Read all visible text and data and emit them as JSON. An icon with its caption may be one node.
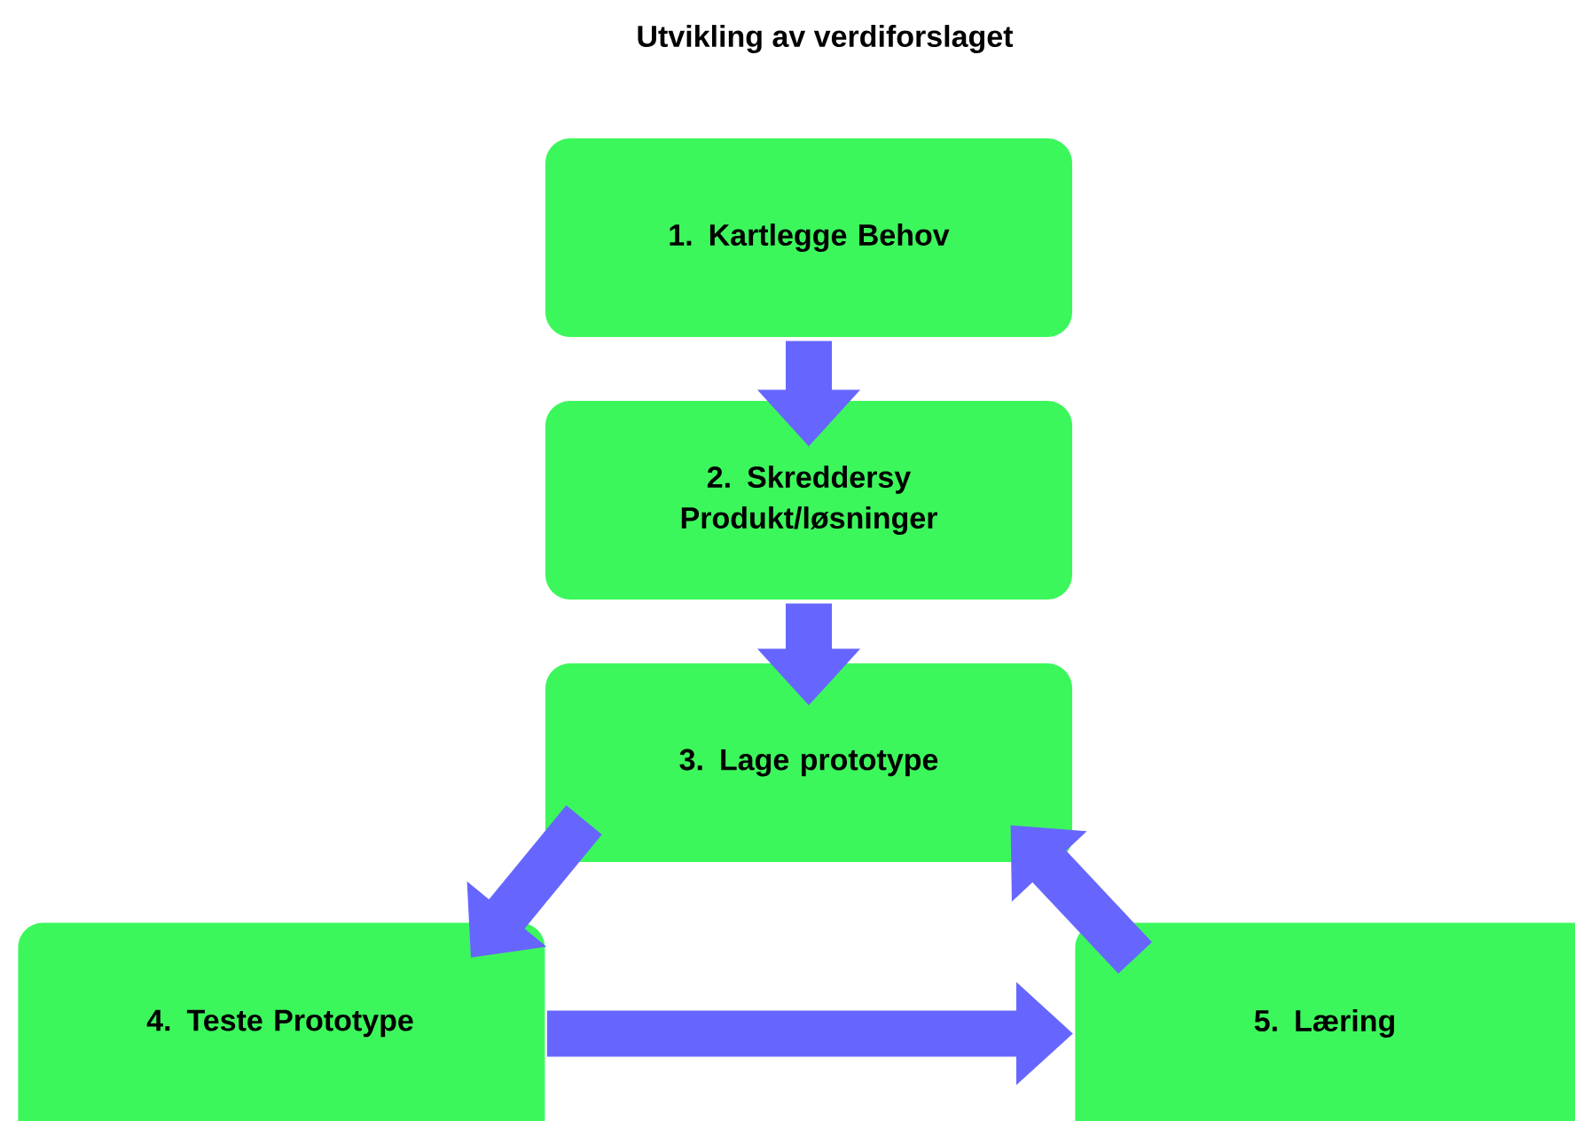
{
  "diagram": {
    "title": "Utvikling av verdiforslaget",
    "nodes": [
      {
        "text": [
          "1. Kartlegge Behov"
        ]
      },
      {
        "text": [
          "2. Skreddersy Produkt/løsninger"
        ]
      },
      {
        "text": [
          "3. Lage prototype"
        ]
      },
      {
        "text": [
          "4. Teste Prototype"
        ]
      },
      {
        "text": [
          "5. Læring"
        ]
      }
    ],
    "edges": [
      {
        "from": 0,
        "to": 1,
        "arrow": "to"
      },
      {
        "from": 1,
        "to": 2,
        "arrow": "to"
      },
      {
        "from": 2,
        "to": 3,
        "arrow": "to"
      },
      {
        "from": 3,
        "to": 4,
        "arrow": "to"
      },
      {
        "from": 4,
        "to": 2,
        "arrow": "to"
      }
    ]
  }
}
